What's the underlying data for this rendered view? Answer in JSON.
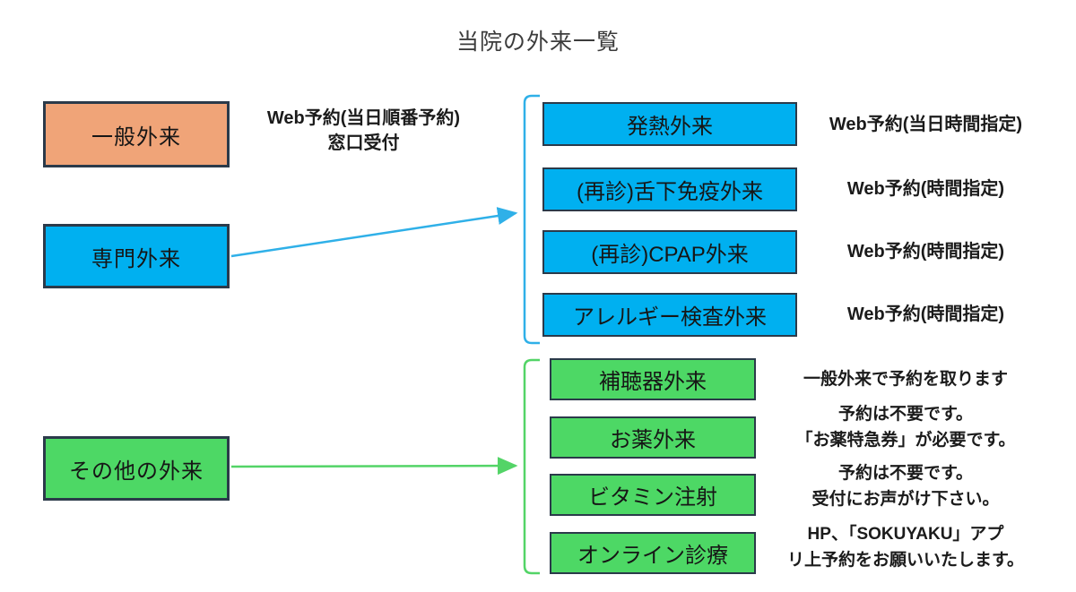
{
  "title": "当院の外来一覧",
  "colors": {
    "general_fill": "#f0a478",
    "specialty_fill": "#00b0f0",
    "other_fill": "#4dd865",
    "box_border": "#2b3a4a",
    "blue_connector": "#2fb0e8",
    "green_connector": "#53d467"
  },
  "left_nodes": [
    {
      "label": "一般外来",
      "note_lines": [
        "Web予約(当日順番予約)",
        "窓口受付"
      ]
    },
    {
      "label": "専門外来"
    },
    {
      "label": "その他の外来"
    }
  ],
  "specialty_group": {
    "items": [
      {
        "label": "発熱外来",
        "note": "Web予約(当日時間指定)"
      },
      {
        "label": "(再診)舌下免疫外来",
        "note": "Web予約(時間指定)"
      },
      {
        "label": "(再診)CPAP外来",
        "note": "Web予約(時間指定)"
      },
      {
        "label": "アレルギー検査外来",
        "note": "Web予約(時間指定)"
      }
    ]
  },
  "other_group": {
    "items": [
      {
        "label": "補聴器外来",
        "note_lines": [
          "一般外来で予約を取ります"
        ]
      },
      {
        "label": "お薬外来",
        "note_lines": [
          "予約は不要です。",
          "「お薬特急券」が必要です。"
        ]
      },
      {
        "label": "ビタミン注射",
        "note_lines": [
          "予約は不要です。",
          "受付にお声がけ下さい。"
        ]
      },
      {
        "label": "オンライン診療",
        "note_lines": [
          "HP、「SOKUYAKU」アプ",
          "リ上予約をお願いいたします。"
        ]
      }
    ]
  }
}
